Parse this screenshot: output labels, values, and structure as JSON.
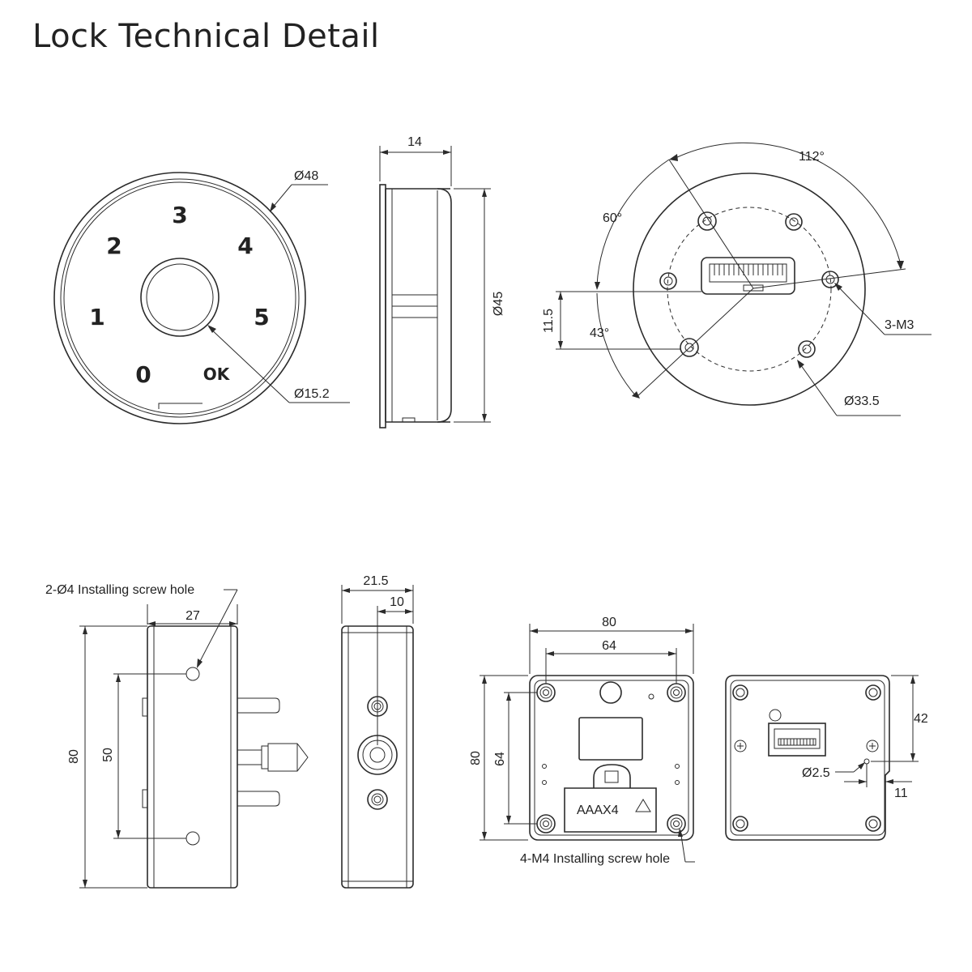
{
  "title": "Lock Technical Detail",
  "colors": {
    "line": "#2b2b2b",
    "background": "#ffffff",
    "text": "#222222"
  },
  "keypad": {
    "keys": [
      "3",
      "2",
      "4",
      "1",
      "5",
      "0",
      "OK"
    ],
    "outer_diameter": "Ø48",
    "button_diameter": "Ø15.2"
  },
  "side_view": {
    "thickness": "14",
    "height": "Ø45"
  },
  "rear_plate": {
    "angle_total": "112°",
    "angle_upper": "60°",
    "angle_lower": "43°",
    "offset": "11.5",
    "threads": "3-M3",
    "bolt_circle": "Ø33.5"
  },
  "body_side": {
    "screw_hole_note": "2-Ø4 Installing screw hole",
    "depth": "27",
    "height": "80",
    "hole_spacing": "50"
  },
  "body_profile": {
    "depth": "21.5",
    "offset": "10"
  },
  "body_back": {
    "width": "80",
    "hole_spacing_x": "64",
    "height": "80",
    "hole_spacing_y": "64",
    "battery_label": "AAAX4",
    "screw_hole_note": "4-M4 Installing screw hole"
  },
  "body_front": {
    "height_to_hole": "42",
    "hole_diameter": "Ø2.5",
    "hole_offset": "11"
  }
}
